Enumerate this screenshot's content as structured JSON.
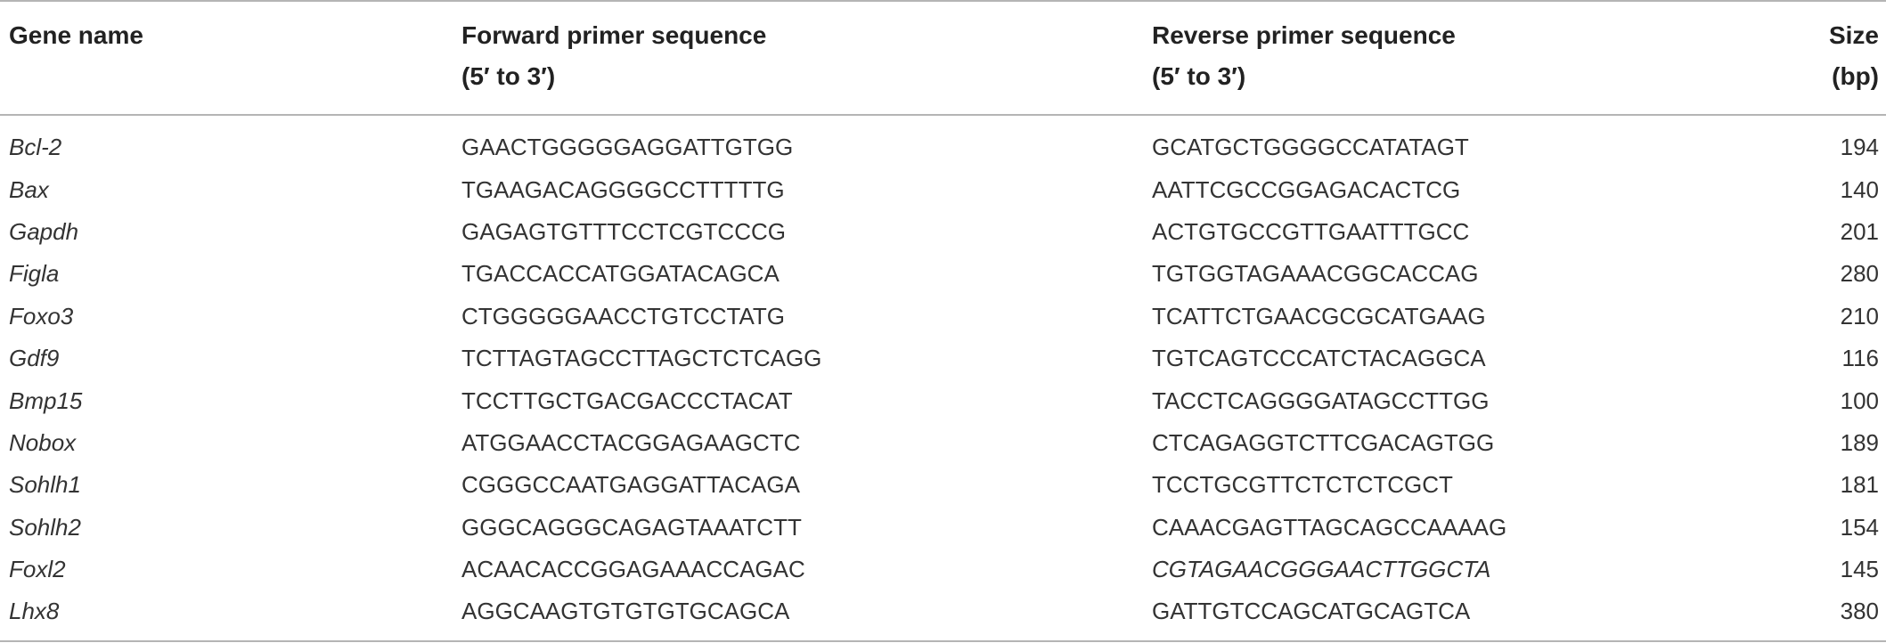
{
  "header": {
    "gene_name": "Gene name",
    "forward": "Forward primer sequence",
    "forward_sub": "(5′ to 3′)",
    "reverse": "Reverse primer sequence",
    "reverse_sub": "(5′ to 3′)",
    "size": "Size",
    "size_sub": "(bp)"
  },
  "rows": [
    {
      "gene": "Bcl-2",
      "forward": "GAACTGGGGGAGGATTGTGG",
      "reverse": "GCATGCTGGGGCCATATAGT",
      "size": "194",
      "reverse_italic": false
    },
    {
      "gene": "Bax",
      "forward": "TGAAGACAGGGGCCTTTTTG",
      "reverse": "AATTCGCCGGAGACACTCG",
      "size": "140",
      "reverse_italic": false
    },
    {
      "gene": "Gapdh",
      "forward": "GAGAGTGTTTCCTCGTCCCG",
      "reverse": "ACTGTGCCGTTGAATTTGCC",
      "size": "201",
      "reverse_italic": false
    },
    {
      "gene": "Figla",
      "forward": "TGACCACCATGGATACAGCA",
      "reverse": "TGTGGTAGAAACGGCACCAG",
      "size": "280",
      "reverse_italic": false
    },
    {
      "gene": "Foxo3",
      "forward": "CTGGGGGAACCTGTCCTATG",
      "reverse": "TCATTCTGAACGCGCATGAAG",
      "size": "210",
      "reverse_italic": false
    },
    {
      "gene": "Gdf9",
      "forward": "TCTTAGTAGCCTTAGCTCTCAGG",
      "reverse": "TGTCAGTCCCATCTACAGGCA",
      "size": "116",
      "reverse_italic": false
    },
    {
      "gene": "Bmp15",
      "forward": "TCCTTGCTGACGACCCTACAT",
      "reverse": "TACCTCAGGGGATAGCCTTGG",
      "size": "100",
      "reverse_italic": false
    },
    {
      "gene": "Nobox",
      "forward": "ATGGAACCTACGGAGAAGCTC",
      "reverse": "CTCAGAGGTCTTCGACAGTGG",
      "size": "189",
      "reverse_italic": false
    },
    {
      "gene": "Sohlh1",
      "forward": "CGGGCCAATGAGGATTACAGA",
      "reverse": "TCCTGCGTTCTCTCTCGCT",
      "size": "181",
      "reverse_italic": false
    },
    {
      "gene": "Sohlh2",
      "forward": "GGGCAGGGCAGAGTAAATCTT",
      "reverse": "CAAACGAGTTAGCAGCCAAAAG",
      "size": "154",
      "reverse_italic": false
    },
    {
      "gene": "Foxl2",
      "forward": "ACAACACCGGAGAAACCAGAC",
      "reverse": "CGTAGAACGGGAACTTGGCTA",
      "size": "145",
      "reverse_italic": true
    },
    {
      "gene": "Lhx8",
      "forward": "AGGCAAGTGTGTGTGCAGCA",
      "reverse": "GATTGTCCAGCATGCAGTCA",
      "size": "380",
      "reverse_italic": false
    }
  ]
}
